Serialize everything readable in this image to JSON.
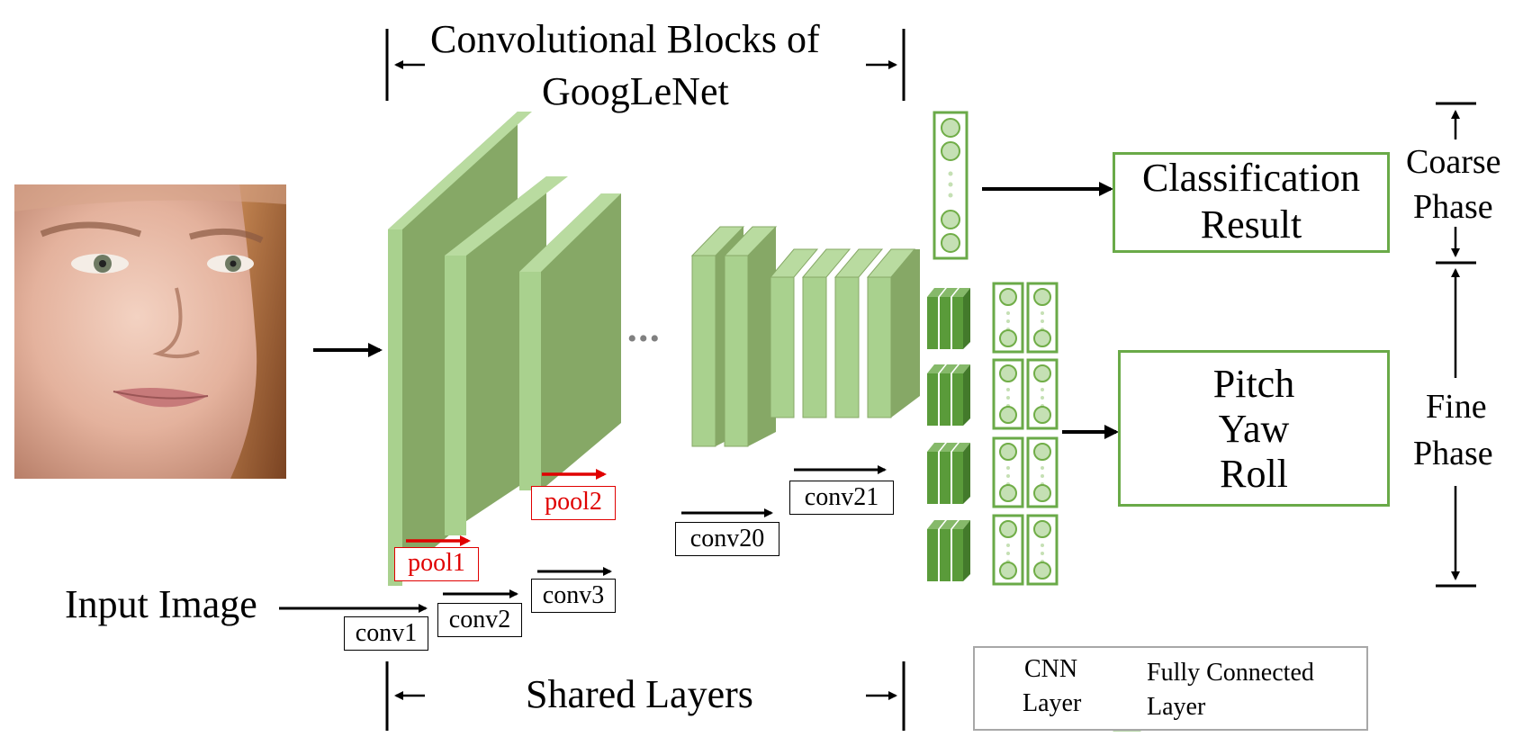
{
  "header": {
    "title_line1": "Convolutional Blocks of",
    "title_line2": "GoogLeNet"
  },
  "input": {
    "label": "Input Image",
    "image_icon": "face-photo"
  },
  "conv_labels": [
    "conv1",
    "conv2",
    "conv3",
    "conv20",
    "conv21"
  ],
  "pool_labels": [
    "pool1",
    "pool2"
  ],
  "ellipsis": "•••",
  "outputs": {
    "classification_line1": "Classification",
    "classification_line2": "Result",
    "regression_lines": [
      "Pitch",
      "Yaw",
      "Roll"
    ]
  },
  "phases": {
    "coarse_line1": "Coarse",
    "coarse_line2": "Phase",
    "fine_line1": "Fine",
    "fine_line2": "Phase"
  },
  "footer": {
    "shared_layers": "Shared Layers"
  },
  "legend": {
    "cnn_line1": "CNN",
    "cnn_line2": "Layer",
    "fc_line1": "Fully Connected",
    "fc_line2": "Layer"
  },
  "colors": {
    "layer_front": "#a9d18e",
    "layer_side": "#86a866",
    "layer_dark": "#5a9b3a",
    "node_fill": "#c5e0b4",
    "node_stroke": "#70ad47",
    "pool_red": "#e00000",
    "output_border": "#6aaa48"
  }
}
